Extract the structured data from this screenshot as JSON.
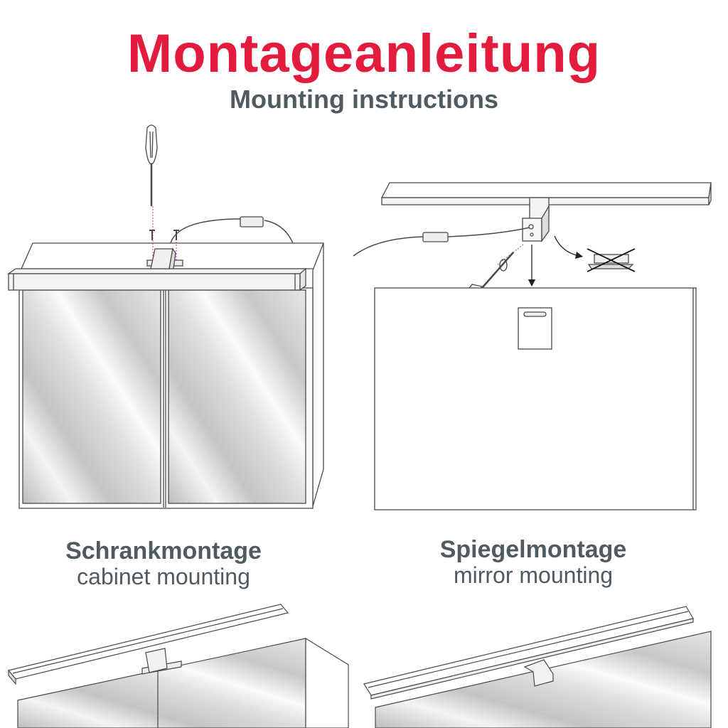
{
  "header": {
    "title": "Montageanleitung",
    "subtitle": "Mounting instructions"
  },
  "sections": [
    {
      "heading": "Schrankmontage",
      "caption": "cabinet mounting"
    },
    {
      "heading": "Spiegelmontage",
      "caption": "mirror mounting"
    }
  ],
  "colors": {
    "title_red": "#e31c3d",
    "text_gray": "#505a61",
    "line": "#4a4a4a"
  },
  "icons": [
    "screwdriver-icon",
    "screw-icon",
    "power-supply-icon",
    "mounting-bracket-icon",
    "crossed-out-clip-icon",
    "arrow-down-icon",
    "curved-arrow-icon"
  ]
}
